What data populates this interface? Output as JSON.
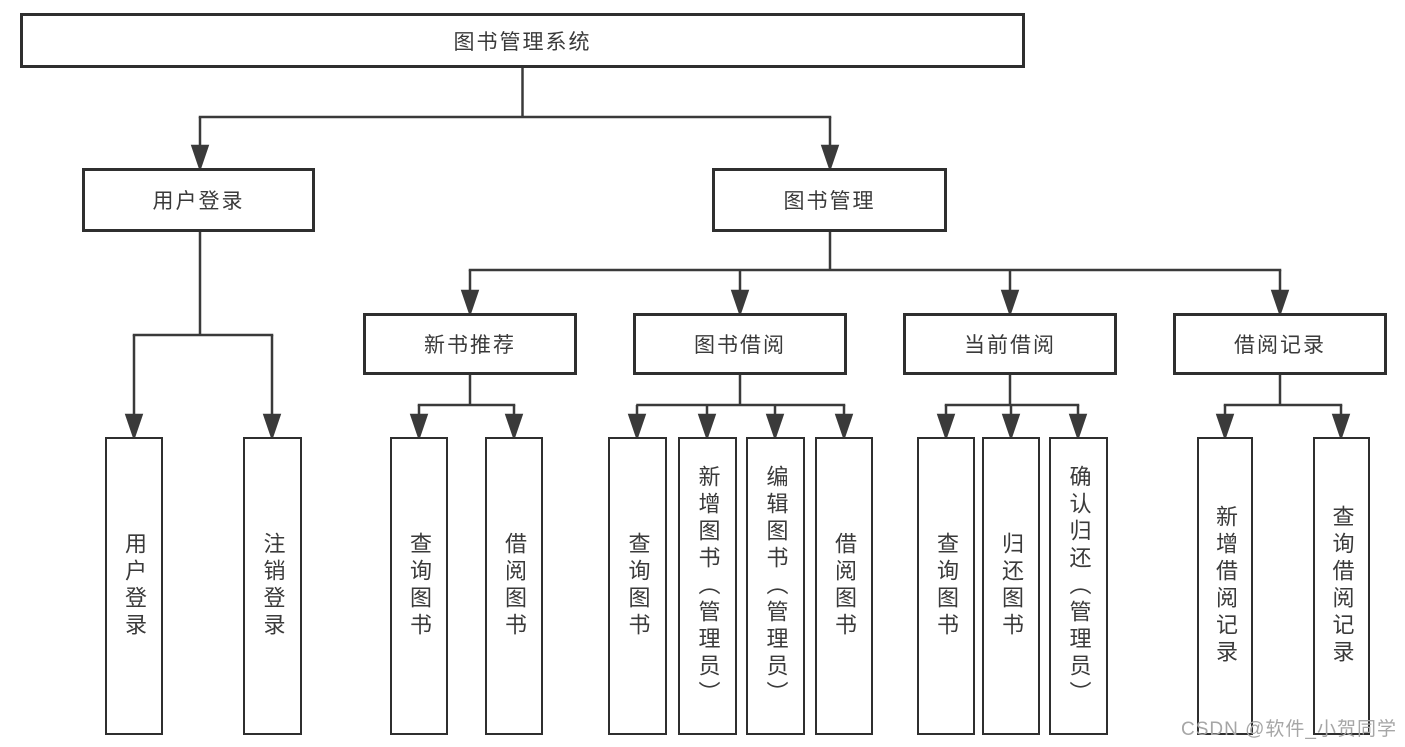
{
  "tree": {
    "label": "图书管理系统",
    "children": [
      {
        "label": "用户登录",
        "children": [
          {
            "label": "用户登录"
          },
          {
            "label": "注销登录"
          }
        ]
      },
      {
        "label": "图书管理",
        "children": [
          {
            "label": "新书推荐",
            "children": [
              {
                "label": "查询图书"
              },
              {
                "label": "借阅图书"
              }
            ]
          },
          {
            "label": "图书借阅",
            "children": [
              {
                "label": "查询图书"
              },
              {
                "label": "新增图书（管理员）"
              },
              {
                "label": "编辑图书（管理员）"
              },
              {
                "label": "借阅图书"
              }
            ]
          },
          {
            "label": "当前借阅",
            "children": [
              {
                "label": "查询图书"
              },
              {
                "label": "归还图书"
              },
              {
                "label": "确认归还（管理员）"
              }
            ]
          },
          {
            "label": "借阅记录",
            "children": [
              {
                "label": "新增借阅记录"
              },
              {
                "label": "查询借阅记录"
              }
            ]
          }
        ]
      }
    ]
  },
  "watermark": {
    "text": "CSDN @软件_小贺同学"
  },
  "colors": {
    "line": "#3a3a3a",
    "box_border": "#2f2f2f",
    "text": "#3a3a3a",
    "watermark_text": "#a6a6a6",
    "background": "#ffffff"
  }
}
